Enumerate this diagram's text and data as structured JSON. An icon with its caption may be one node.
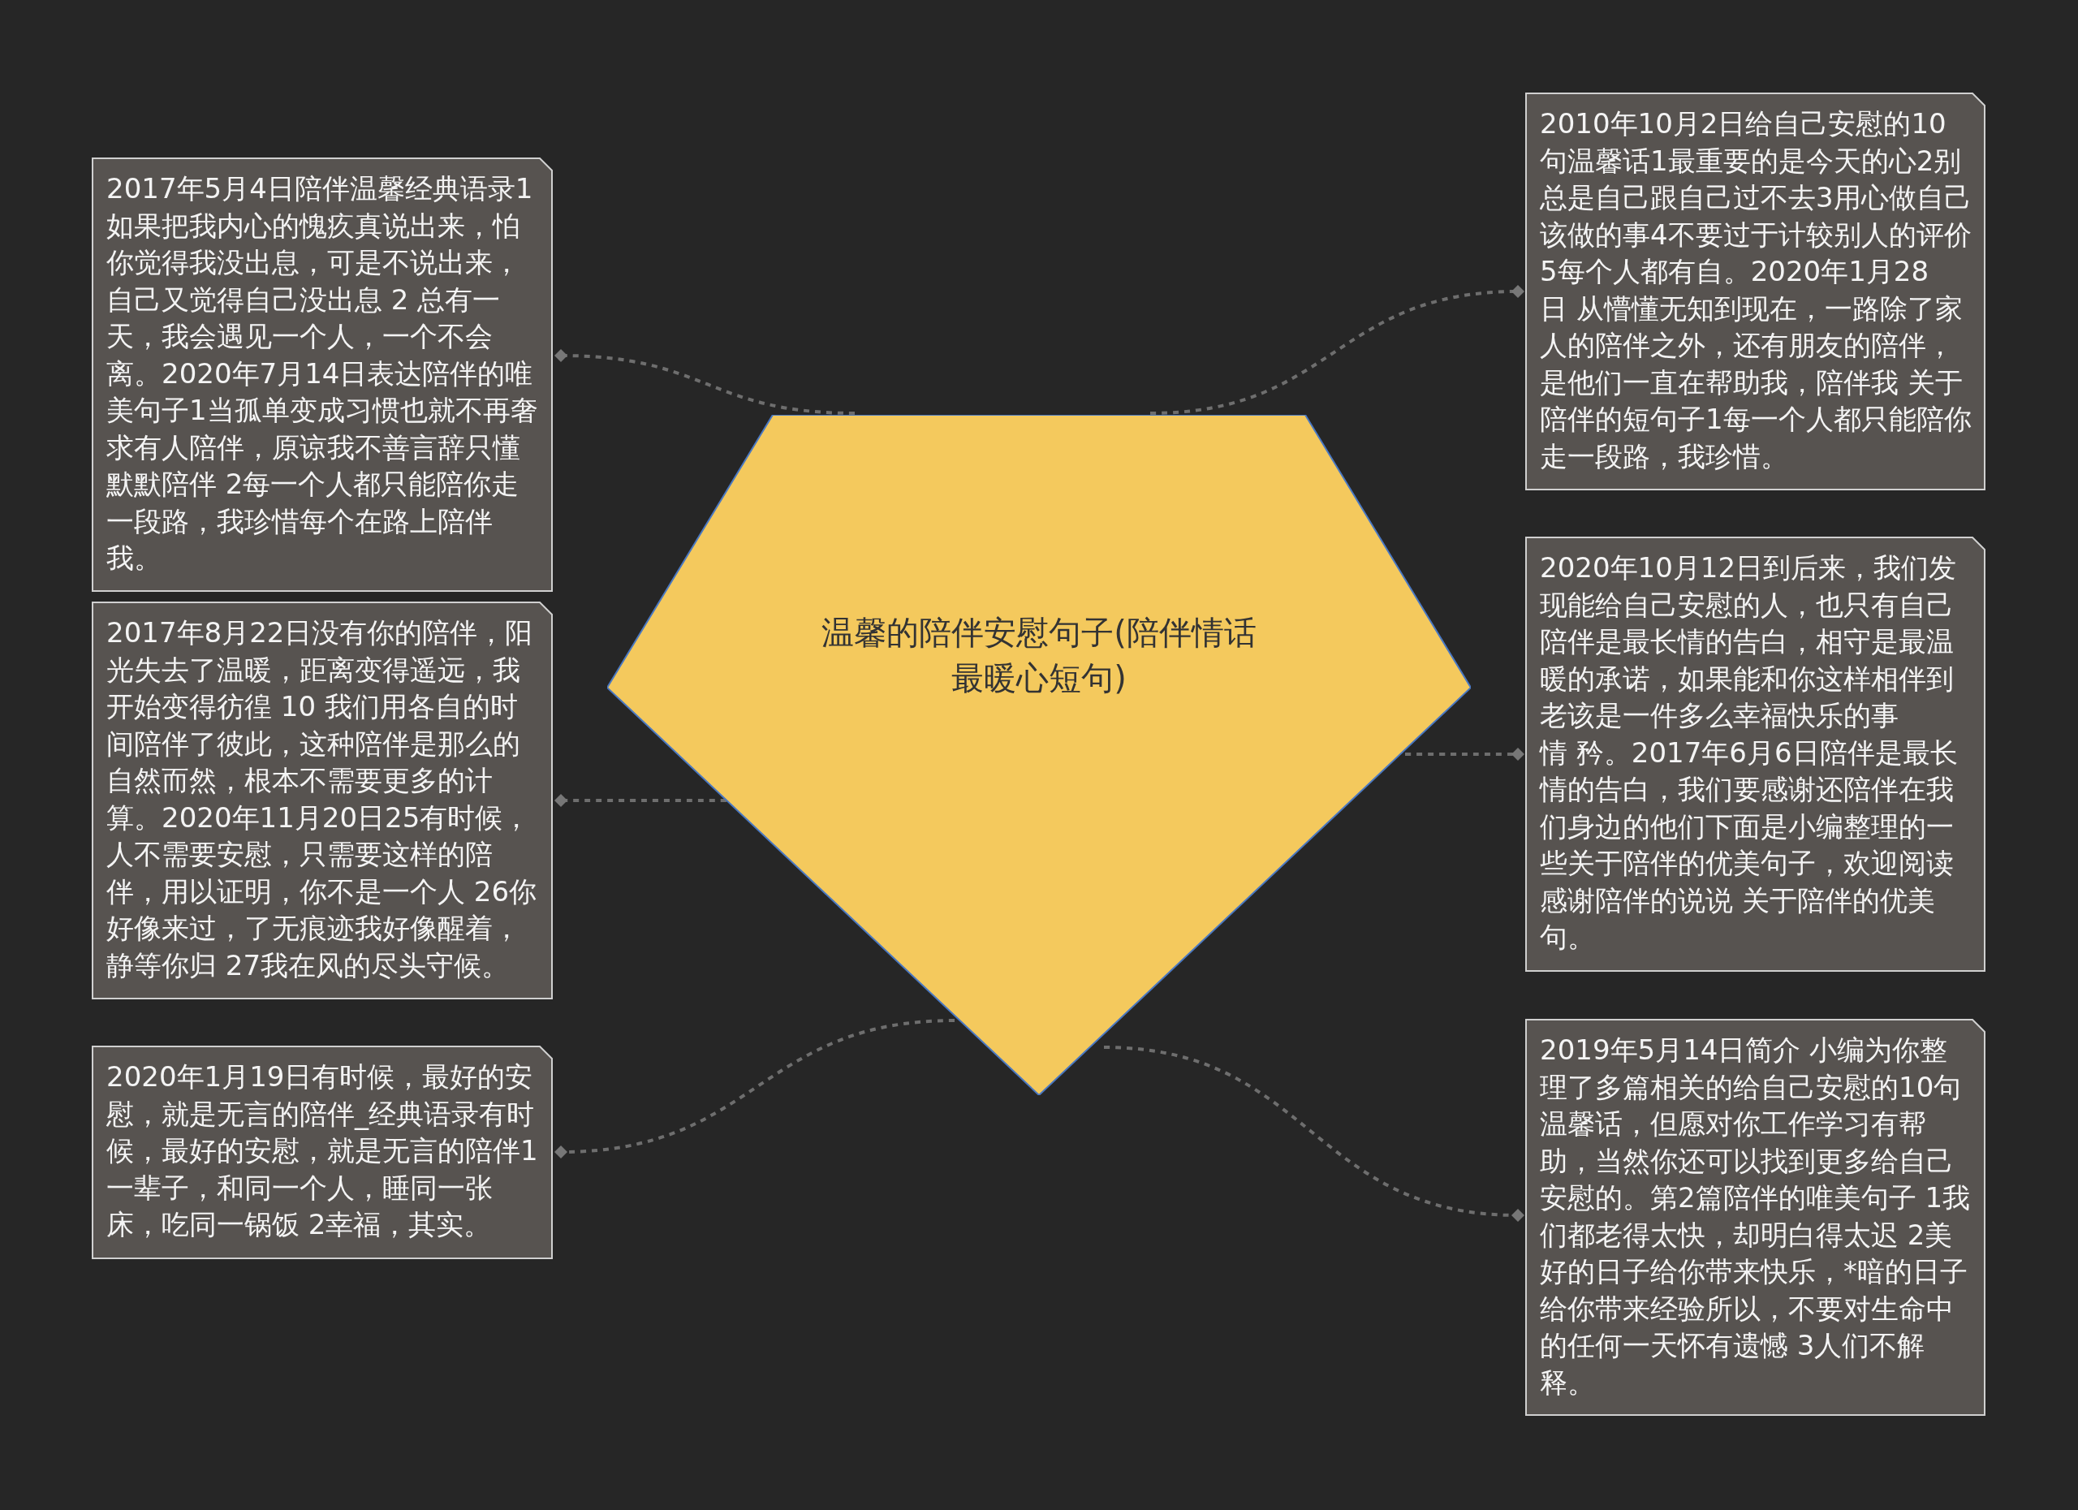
{
  "diagram": {
    "nodes": [
      {
        "text": [
          "温馨的陪伴安慰句子(陪伴情话最暖心短句)"
        ]
      },
      {
        "text": [
          "2017年5月4日陪伴温馨经典语录1如果把我内心的愧疚真说出来，怕你觉得我没出息，可是不说出来，自己又觉得自己没出息 2 总有一天，我会遇见一个人，一个不会离。2020年7月14日表达陪伴的唯美句子1当孤单变成习惯也就不再奢求有人陪伴，原谅我不善言辞只懂默默陪伴 2每一个人都只能陪你走一段路，我珍惜每个在路上陪伴我。"
        ]
      },
      {
        "text": [
          "2017年8月22日没有你的陪伴，阳光失去了温暖，距离变得遥远，我开始变得彷徨 10 我们用各自的时间陪伴了彼此，这种陪伴是那么的自然而然，根本不需要更多的计算。2020年11月20日25有时候，人不需要安慰，只需要这样的陪伴，用以证明，你不是一个人 26你好像来过，了无痕迹我好像醒着，静等你归 27我在风的尽头守候。"
        ]
      },
      {
        "text": [
          "2020年1月19日有时候，最好的安慰，就是无言的陪伴_经典语录有时候，最好的安慰，就是无言的陪伴1一辈子，和同一个人，睡同一张床，吃同一锅饭 2幸福，其实。"
        ]
      },
      {
        "text": [
          "2010年10月2日给自己安慰的10句温馨话1最重要的是今天的心2别总是自己跟自己过不去3用心做自己该做的事4不要过于计较别人的评价5每个人都有自。2020年1月28日 从懵懂无知到现在，一路除了家人的陪伴之外，还有朋友的陪伴，是他们一直在帮助我，陪伴我 关于陪伴的短句子1每一个人都只能陪你走一段路，我珍惜。"
        ]
      },
      {
        "text": [
          "2020年10月12日到后来，我们发现能给自己安慰的人，也只有自己陪伴是最长情的告白，相守是最温暖的承诺，如果能和你这样相伴到老该是一件多么幸福快乐的事情 矜。2017年6月6日陪伴是最长情的告白，我们要感谢还陪伴在我们身边的他们下面是小编整理的一些关于陪伴的优美句子，欢迎阅读感谢陪伴的说说 关于陪伴的优美句。"
        ]
      },
      {
        "text": [
          "2019年5月14日简介 小编为你整理了多篇相关的给自己安慰的10句温馨话，但愿对你工作学习有帮助，当然你还可以找到更多给自己安慰的。第2篇陪伴的唯美句子 1我们都老得太快，却明白得太迟 2美好的日子给你带来快乐，*暗的日子给你带来经验所以，不要对生命中的任何一天怀有遗憾 3人们不解释。"
        ]
      }
    ],
    "edges": [
      {
        "from": 0,
        "to": 1,
        "arrow": "other",
        "style": "dashed"
      },
      {
        "from": 0,
        "to": 2,
        "arrow": "other",
        "style": "dashed"
      },
      {
        "from": 0,
        "to": 3,
        "arrow": "other",
        "style": "dashed"
      },
      {
        "from": 0,
        "to": 4,
        "arrow": "other",
        "style": "dashed"
      },
      {
        "from": 0,
        "to": 5,
        "arrow": "other",
        "style": "dashed"
      },
      {
        "from": 0,
        "to": 6,
        "arrow": "other",
        "style": "dashed"
      }
    ]
  }
}
